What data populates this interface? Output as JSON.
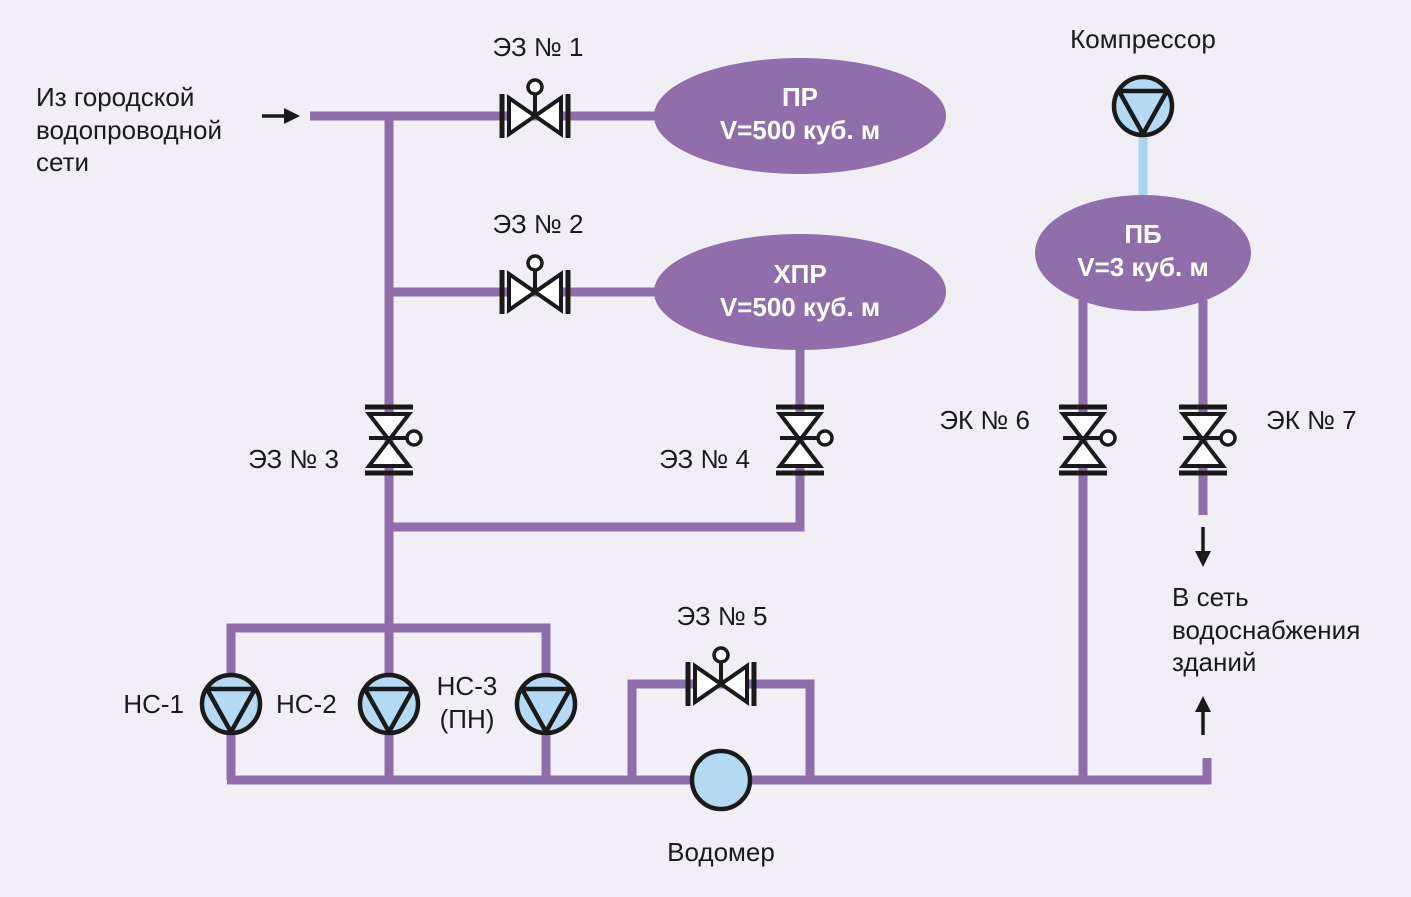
{
  "colors": {
    "background": "#f1eef6",
    "pipe": "#8f6eab",
    "tank": "#8f6eab",
    "pump_fill": "#b4daf5",
    "air_line": "#a9d4f2",
    "outline": "#1a1a1a"
  },
  "labels": {
    "inlet": [
      "Из городской",
      "водопроводной",
      "сети"
    ],
    "outlet": [
      "В сеть",
      "водоснабжения",
      "зданий"
    ],
    "ez1": "ЭЗ № 1",
    "ez2": "ЭЗ № 2",
    "ez3": "ЭЗ № 3",
    "ez4": "ЭЗ № 4",
    "ez5": "ЭЗ № 5",
    "ek6": "ЭК № 6",
    "ek7": "ЭК № 7",
    "compressor": "Компрессор",
    "pump1": "НС-1",
    "pump2": "НС-2",
    "pump3": [
      "НС-3",
      "(ПН)"
    ],
    "meter": "Водомер"
  },
  "tanks": {
    "pr": {
      "name": "ПР",
      "volume": "V=500 куб. м"
    },
    "hpr": {
      "name": "ХПР",
      "volume": "V=500 куб. м"
    },
    "pb": {
      "name": "ПБ",
      "volume": "V=3 куб. м"
    }
  }
}
